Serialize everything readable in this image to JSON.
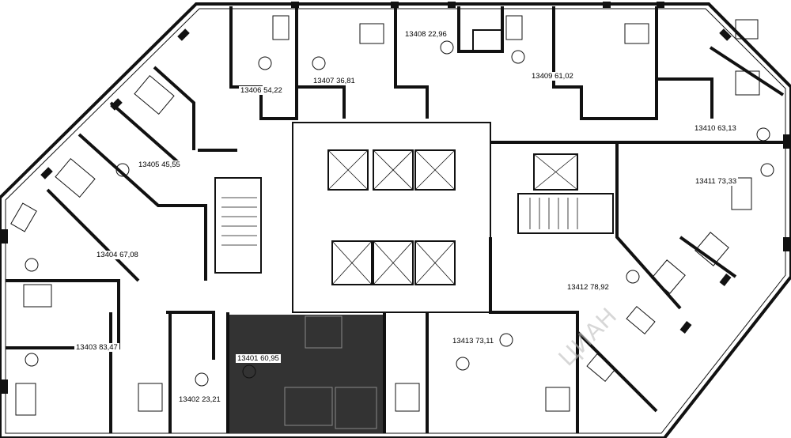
{
  "units": [
    {
      "id": "13401",
      "area": "60,95",
      "selected": true
    },
    {
      "id": "13402",
      "area": "23,21"
    },
    {
      "id": "13403",
      "area": "83,47"
    },
    {
      "id": "13404",
      "area": "67,08"
    },
    {
      "id": "13405",
      "area": "45,55"
    },
    {
      "id": "13406",
      "area": "54,22"
    },
    {
      "id": "13407",
      "area": "36,81"
    },
    {
      "id": "13408",
      "area": "22,96"
    },
    {
      "id": "13409",
      "area": "61,02"
    },
    {
      "id": "13410",
      "area": "63,13"
    },
    {
      "id": "13411",
      "area": "73,33"
    },
    {
      "id": "13412",
      "area": "78,92"
    },
    {
      "id": "13413",
      "area": "73,11"
    }
  ],
  "colors": {
    "wall": "#111111",
    "selected_unit": "#333333",
    "background": "#ffffff"
  },
  "watermark": "ЦИАН"
}
